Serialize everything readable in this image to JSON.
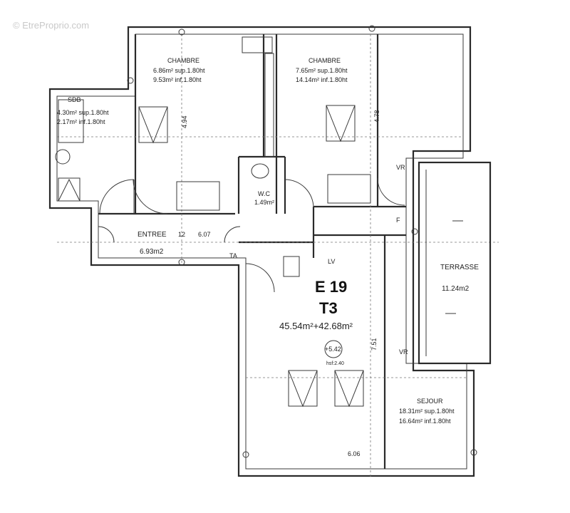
{
  "watermark": "© EtreProprio.com",
  "unit": {
    "code": "E 19",
    "type": "T3",
    "areas": "45.54m²+42.68m²",
    "level": "+5.42",
    "height": "hsf:2.40"
  },
  "rooms": {
    "chambre1": {
      "name": "CHAMBRE",
      "sup": "6.86m²  sup.1.80ht",
      "inf": "9.53m²  inf.1.80ht"
    },
    "chambre2": {
      "name": "CHAMBRE",
      "sup": "7.65m²  sup.1.80ht",
      "inf": "14.14m²  inf.1.80ht"
    },
    "sdb": {
      "name": "SDB",
      "sup": "4.30m²  sup.1.80ht",
      "inf": "2.17m²  inf.1.80ht"
    },
    "wc": {
      "name": "W.C",
      "area": "1.49m²"
    },
    "entree": {
      "name": "ENTREE",
      "area": "6.93m2"
    },
    "terrasse": {
      "name": "TERRASSE",
      "area": "11.24m2"
    },
    "sejour": {
      "name": "SEJOUR",
      "sup": "18.31m²  sup.1.80ht",
      "inf": "16.64m²  inf.1.80ht"
    }
  },
  "labels": {
    "ta": "TA",
    "lv": "LV",
    "f": "F",
    "vr1": "VR",
    "vr2": "VR"
  },
  "dimensions": {
    "d494": "4.94",
    "d478": "4.78",
    "d607": "6.07",
    "d751": "7.51",
    "d606": "6.06",
    "d12": "12"
  }
}
